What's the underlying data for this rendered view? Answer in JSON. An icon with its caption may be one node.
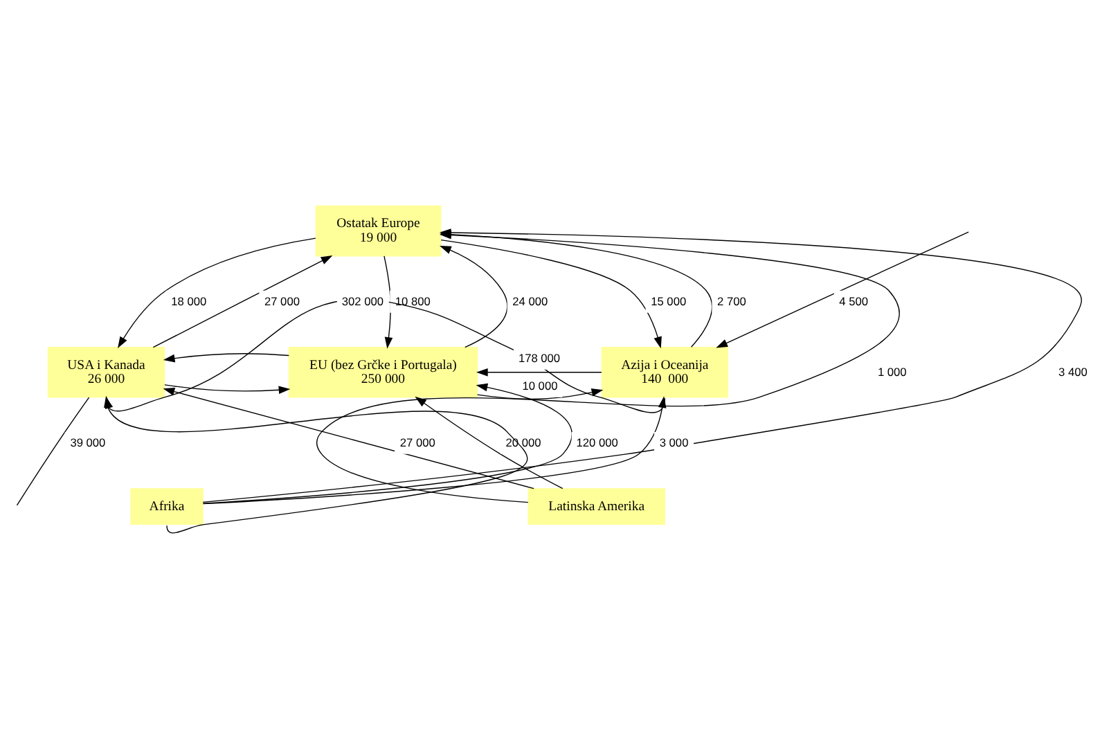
{
  "diagram": {
    "nodes": [
      {
        "text": [
          "Ostatak Europe",
          "19 000"
        ]
      },
      {
        "text": [
          "USA i Kanada",
          "26 000"
        ]
      },
      {
        "text": [
          "EU (bez Grčke i Portugala)",
          "250 000"
        ]
      },
      {
        "text": [
          "Azija i Oceanija",
          "140  000"
        ]
      },
      {
        "text": [
          "Latinska Amerika"
        ]
      },
      {
        "text": [
          "Afrika"
        ]
      }
    ],
    "edges": [
      {
        "from": 1,
        "to": 0,
        "arrow": "to",
        "label": "27 000"
      },
      {
        "from": 0,
        "to": 1,
        "arrow": "to",
        "label": "18 000"
      },
      {
        "from": 2,
        "to": 0,
        "arrow": "to",
        "label": "24 000"
      },
      {
        "from": 0,
        "to": 2,
        "arrow": "to",
        "label": "10 800"
      },
      {
        "from": 0,
        "to": 3,
        "arrow": "to",
        "label": "15 000"
      },
      {
        "from": 3,
        "to": 0,
        "arrow": "to",
        "label": "2 700"
      },
      {
        "from": 1,
        "to": 2,
        "arrow": "to"
      },
      {
        "from": 2,
        "to": 1,
        "arrow": "to"
      },
      {
        "from": 2,
        "to": 3,
        "arrow": "to",
        "label": "10 000"
      },
      {
        "from": 3,
        "to": 2,
        "arrow": "to",
        "label": "178 000"
      },
      {
        "from": 4,
        "to": 1,
        "arrow": "to",
        "label": "27 000"
      },
      {
        "from": 4,
        "to": 0,
        "arrow": "to",
        "label": "1 000"
      },
      {
        "from": 4,
        "to": 2,
        "arrow": "to",
        "label": "20 000"
      },
      {
        "from": 5,
        "to": 2,
        "arrow": "to",
        "label": "120 000"
      },
      {
        "from": 5,
        "to": 0,
        "arrow": "to",
        "label": "3 400"
      },
      {
        "from": 5,
        "to": 3,
        "arrow": "to",
        "label": "3 000"
      },
      {
        "from": 3,
        "to": 1,
        "arrow": "to",
        "label": "302 000"
      },
      {
        "from": 5,
        "to": 1,
        "arrow": "to"
      },
      {
        "from": 1,
        "to": null,
        "arrow": "none",
        "label": "39 000"
      },
      {
        "from": null,
        "to": 3,
        "arrow": "to",
        "label": "4 500"
      }
    ]
  }
}
